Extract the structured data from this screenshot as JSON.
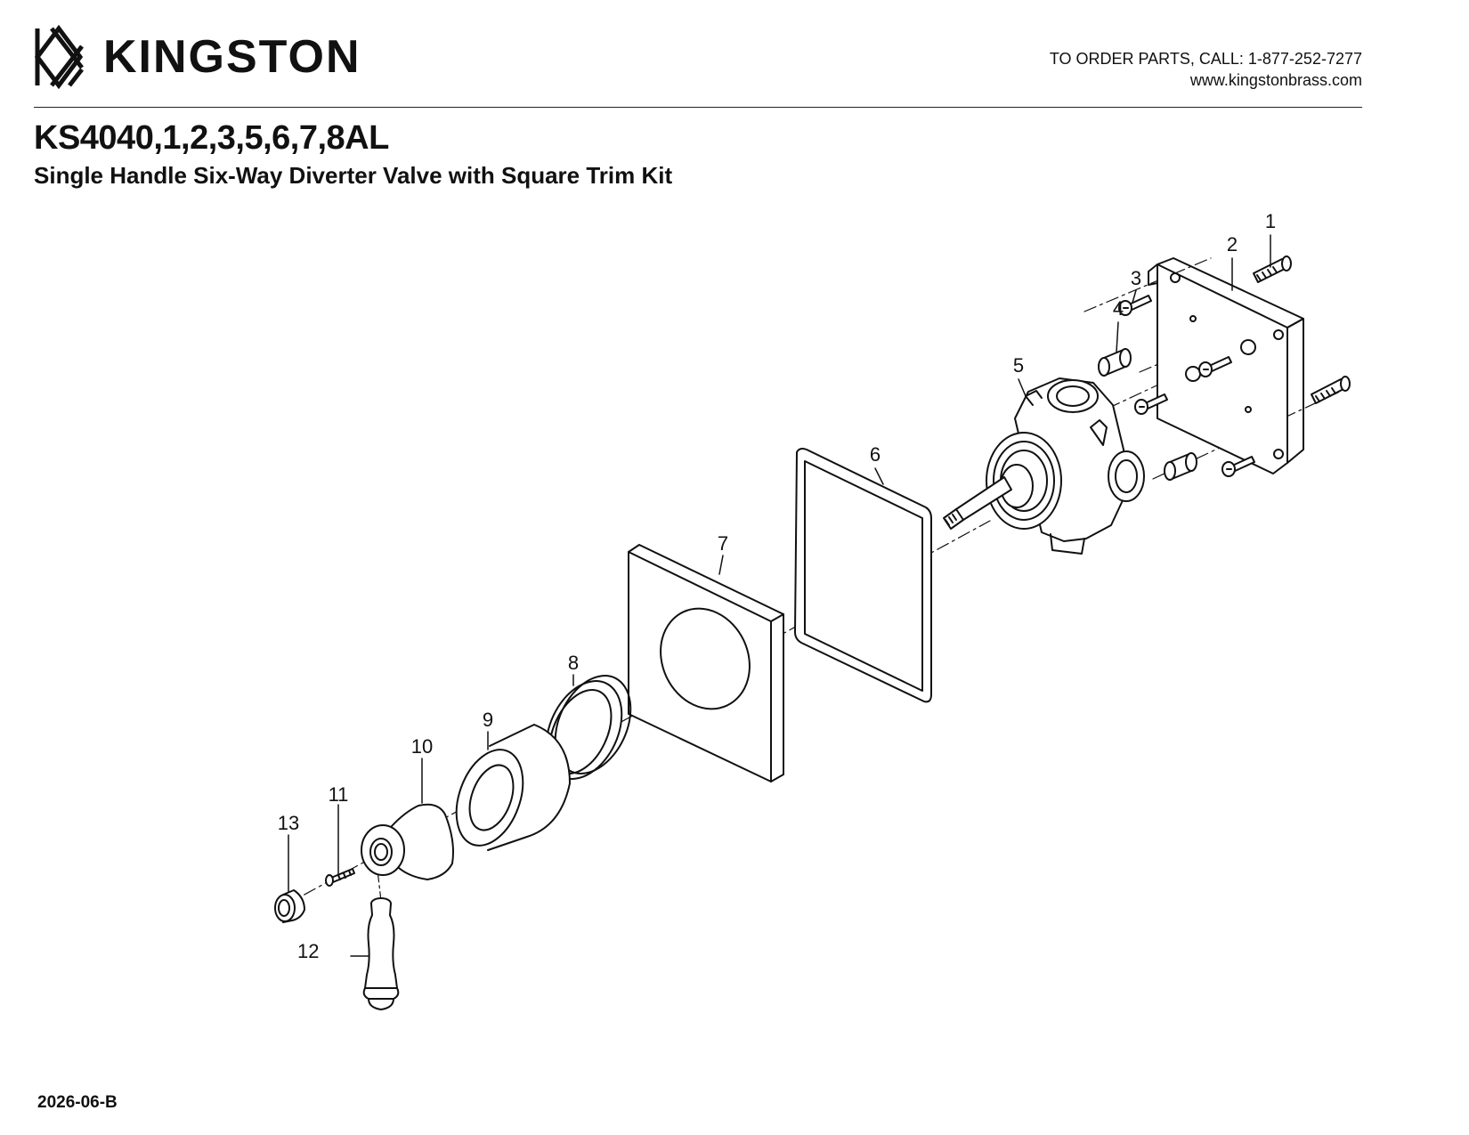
{
  "brand": {
    "name": "KINGSTON",
    "logo_icon": "kingston-k-monogram-icon"
  },
  "contact": {
    "phone_line": "TO ORDER PARTS, CALL: 1-877-252-7277",
    "website": "www.kingstonbrass.com"
  },
  "product": {
    "model": "KS4040,1,2,3,5,6,7,8AL",
    "description": "Single Handle Six-Way Diverter Valve with Square Trim Kit"
  },
  "document_number": "2026-06-B",
  "callouts": [
    "1",
    "2",
    "3",
    "4",
    "5",
    "6",
    "7",
    "8",
    "9",
    "10",
    "11",
    "12",
    "13"
  ]
}
